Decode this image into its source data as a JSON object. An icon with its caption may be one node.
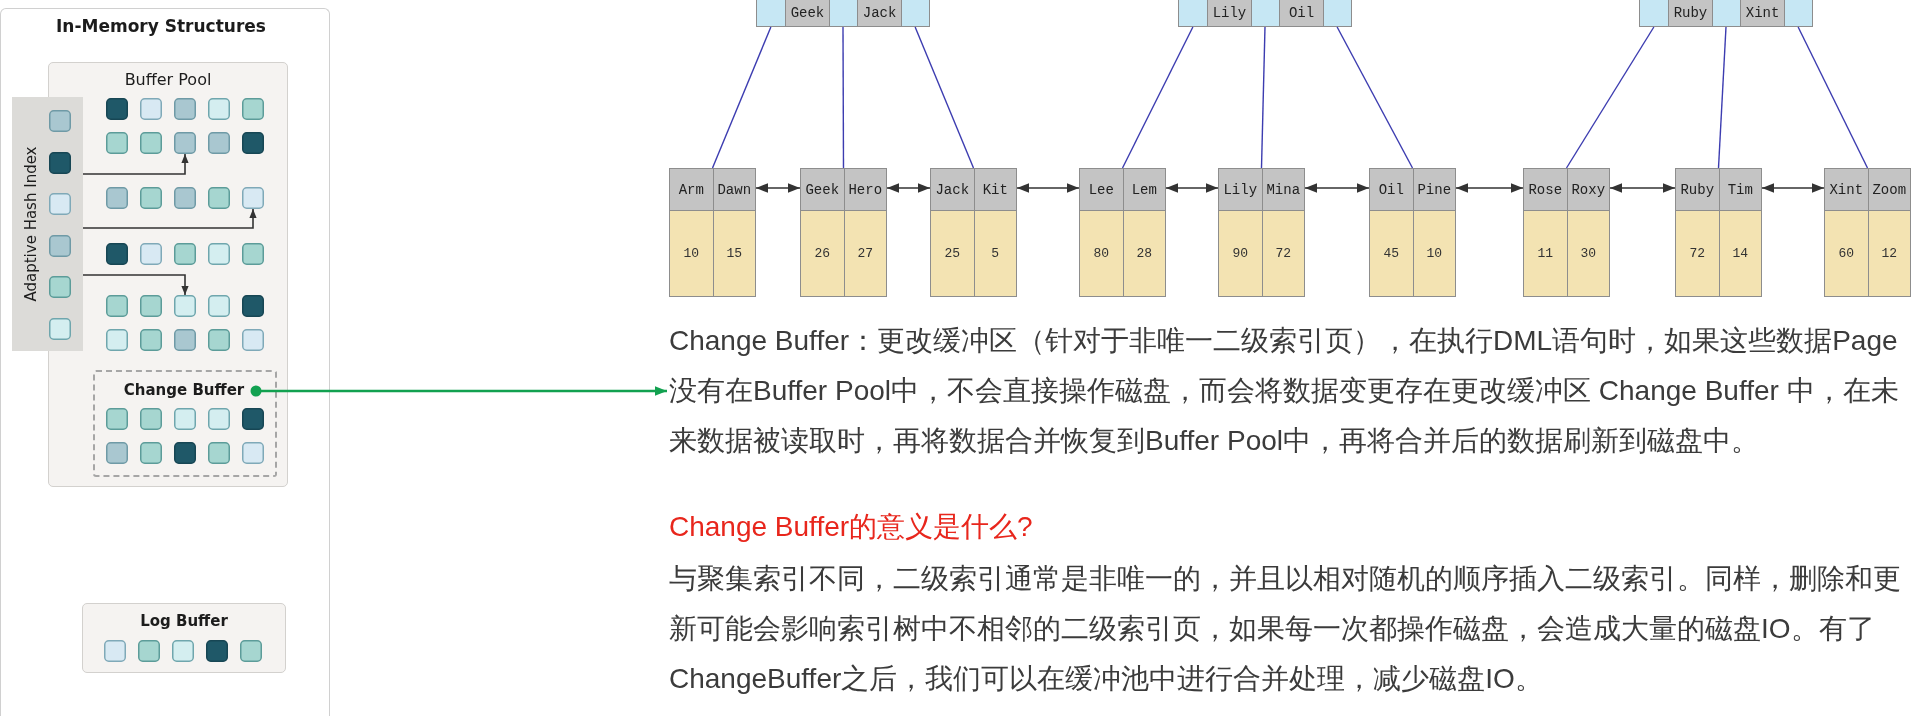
{
  "diagram": {
    "nodes": [
      {
        "text": [
          "In-Memory Structures"
        ]
      },
      {
        "text": [
          "Buffer Pool"
        ],
        "in": 0
      },
      {
        "text": [
          "Adaptive Hash Index"
        ],
        "in": 0
      },
      {
        "text": [],
        "shape": "box",
        "in": 1
      },
      {
        "text": [],
        "shape": "box",
        "in": 1
      },
      {
        "text": [],
        "shape": "box",
        "in": 1
      },
      {
        "text": [
          "Change Buffer"
        ],
        "in": 1
      },
      {
        "text": [
          "Log Buffer"
        ],
        "in": 0
      },
      {
        "text": [
          "Geek",
          "Jack"
        ]
      },
      {
        "text": [
          "Lily",
          "Oil"
        ]
      },
      {
        "text": [
          "Ruby",
          "Xint"
        ]
      },
      {
        "text": [
          "Arm",
          "Dawn",
          "10",
          "15"
        ]
      },
      {
        "text": [
          "Geek",
          "Hero",
          "26",
          "27"
        ]
      },
      {
        "text": [
          "Jack",
          "Kit",
          "25",
          "5"
        ]
      },
      {
        "text": [
          "Lee",
          "Lem",
          "80",
          "28"
        ]
      },
      {
        "text": [
          "Lily",
          "Mina",
          "90",
          "72"
        ]
      },
      {
        "text": [
          "Oil",
          "Pine",
          "45",
          "10"
        ]
      },
      {
        "text": [
          "Rose",
          "Roxy",
          "11",
          "30"
        ]
      },
      {
        "text": [
          "Ruby",
          "Tim",
          "72",
          "14"
        ]
      },
      {
        "text": [
          "Xint",
          "Zoom",
          "60",
          "12"
        ]
      },
      {
        "text": [
          "Change Buffer：更改缓冲区（针对于非唯一二级索引页），在执行DML语句时，如果这些数据Page没有在Buffer Pool中，不会直接操作磁盘，而会将数据变更存在更改缓冲区 Change Buffer 中，在未来数据被读取时，再将数据合并恢复到Buffer Pool中，再将合并后的数据刷新到磁盘中。"
        ]
      }
    ],
    "edges": [
      {
        "from": 2,
        "to": 3,
        "arrow": "to"
      },
      {
        "from": 2,
        "to": 4,
        "arrow": "to"
      },
      {
        "from": 2,
        "to": 5,
        "arrow": "to"
      },
      {
        "from": 6,
        "to": 20,
        "arrow": "to",
        "color": "#12a150"
      },
      {
        "from": 8,
        "to": 11,
        "arrow": "none",
        "color": "#3c3cb0"
      },
      {
        "from": 8,
        "to": 12,
        "arrow": "none",
        "color": "#3c3cb0"
      },
      {
        "from": 8,
        "to": 13,
        "arrow": "none",
        "color": "#3c3cb0"
      },
      {
        "from": 9,
        "to": 14,
        "arrow": "none",
        "color": "#3c3cb0"
      },
      {
        "from": 9,
        "to": 15,
        "arrow": "none",
        "color": "#3c3cb0"
      },
      {
        "from": 9,
        "to": 16,
        "arrow": "none",
        "color": "#3c3cb0"
      },
      {
        "from": 10,
        "to": 17,
        "arrow": "none",
        "color": "#3c3cb0"
      },
      {
        "from": 10,
        "to": 18,
        "arrow": "none",
        "color": "#3c3cb0"
      },
      {
        "from": 10,
        "to": 19,
        "arrow": "none",
        "color": "#3c3cb0"
      },
      {
        "from": 11,
        "to": 12,
        "arrow": "both"
      },
      {
        "from": 12,
        "to": 13,
        "arrow": "both"
      },
      {
        "from": 13,
        "to": 14,
        "arrow": "both"
      },
      {
        "from": 14,
        "to": 15,
        "arrow": "both"
      },
      {
        "from": 15,
        "to": 16,
        "arrow": "both"
      },
      {
        "from": 16,
        "to": 17,
        "arrow": "both"
      },
      {
        "from": 17,
        "to": 18,
        "arrow": "both"
      },
      {
        "from": 18,
        "to": 19,
        "arrow": "both"
      }
    ],
    "labels": [
      "Change Buffer的意义是什么?",
      "与聚集索引不同，二级索引通常是非唯一的，并且以相对随机的顺序插入二级索引。同样，删除和更新可能会影响索引树中不相邻的二级索引页，如果每一次都操作磁盘，会造成大量的磁盘IO。有了ChangeBuffer之后，我们可以在缓冲池中进行合并处理，减少磁盘IO。"
    ]
  }
}
